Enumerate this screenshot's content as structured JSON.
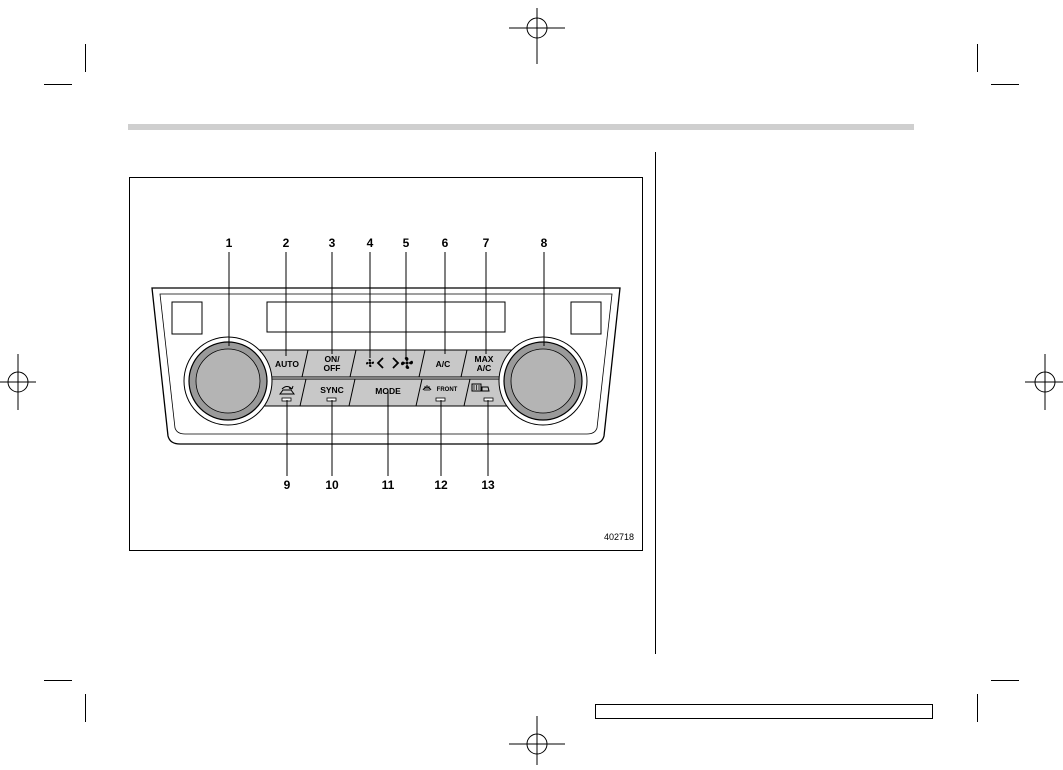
{
  "figure": {
    "id": "402718",
    "callouts": [
      "1",
      "2",
      "3",
      "4",
      "5",
      "6",
      "7",
      "8",
      "9",
      "10",
      "11",
      "12",
      "13"
    ],
    "buttons": {
      "auto": "AUTO",
      "on_off": "ON/\nOFF",
      "ac": "A/C",
      "max_ac": "MAX\nA/C",
      "sync": "SYNC",
      "mode": "MODE",
      "front": "FRONT"
    },
    "icons": {
      "fan_down": "fan-small-icon",
      "fan_up": "fan-large-icon",
      "recirculation": "recirculation-icon",
      "front_defroster": "front-defroster-icon",
      "rear_defogger": "rear-defogger-icon"
    }
  }
}
